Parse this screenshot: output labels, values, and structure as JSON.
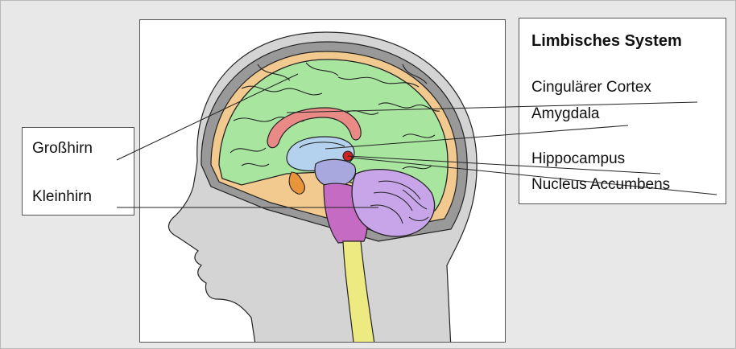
{
  "legend": {
    "title": "Limbisches System",
    "items": [
      "Cingulärer Cortex",
      "Amygdala",
      "Hippocampus",
      "Nucleus Accumbens"
    ]
  },
  "left_labels": [
    "Großhirn",
    "Kleinhirn"
  ],
  "colors": {
    "background": "#e8e8e8",
    "skin": "#d4d4d4",
    "skull": "#999999",
    "csf": "#f2c98e",
    "cerebrum": "#a8e6a0",
    "cingulate": "#ea8a86",
    "hippocampus": "#b4d2ee",
    "amygdala": "#cc2222",
    "thalamus": "#a7a9de",
    "cerebellum": "#c8a4e8",
    "brainstem": "#c56bc4",
    "spinal_cord": "#eeea82",
    "pituitary": "#e8943a"
  }
}
